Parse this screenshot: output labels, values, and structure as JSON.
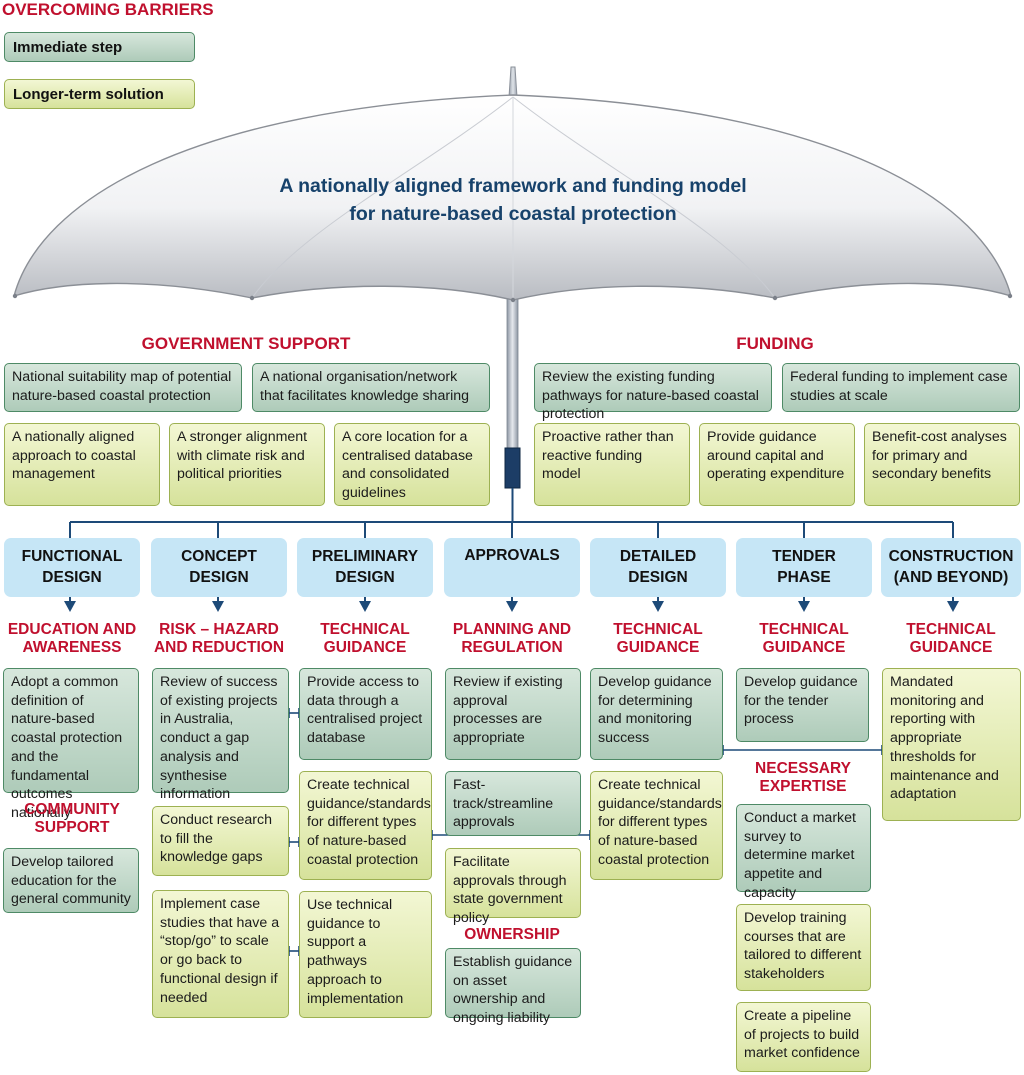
{
  "heading": "OVERCOMING BARRIERS",
  "legend": {
    "immediate": "Immediate step",
    "longer_term": "Longer-term solution"
  },
  "umbrella": {
    "title_line1": "A nationally aligned framework and funding model",
    "title_line2": "for nature-based coastal protection"
  },
  "government_support": {
    "heading": "GOVERNMENT SUPPORT",
    "items": [
      "National suitability map of potential nature-based coastal protection",
      "A national organisation/network that facilitates knowledge sharing",
      "A nationally aligned approach to coastal management",
      "A stronger alignment with climate risk and political priorities",
      "A core location for a centralised database and consolidated guidelines"
    ]
  },
  "funding": {
    "heading": "FUNDING",
    "items": [
      "Review the existing funding pathways for nature-based coastal protection",
      "Federal funding to implement case studies at scale",
      "Proactive rather than reactive funding model",
      "Provide guidance around capital and operating expenditure",
      "Benefit-cost analyses for primary and secondary benefits"
    ]
  },
  "phases": [
    {
      "line1": "FUNCTIONAL",
      "line2": "DESIGN"
    },
    {
      "line1": "CONCEPT",
      "line2": "DESIGN"
    },
    {
      "line1": "PRELIMINARY",
      "line2": "DESIGN"
    },
    {
      "line1": "APPROVALS",
      "line2": ""
    },
    {
      "line1": "DETAILED",
      "line2": "DESIGN"
    },
    {
      "line1": "TENDER",
      "line2": "PHASE"
    },
    {
      "line1": "CONSTRUCTION",
      "line2": "(AND BEYOND)"
    }
  ],
  "columns": {
    "functional": {
      "category1": {
        "line1": "EDUCATION AND",
        "line2": "AWARENESS"
      },
      "items1": [
        "Adopt a common definition of nature-based coastal protection and the fundamental outcomes nationally"
      ],
      "category2": {
        "line1": "COMMUNITY",
        "line2": "SUPPORT"
      },
      "items2": [
        "Develop tailored education for the general community"
      ]
    },
    "concept": {
      "category": {
        "line1": "RISK – HAZARD",
        "line2": "AND REDUCTION"
      },
      "items": [
        "Review of success of existing projects in Australia, conduct a gap analysis and synthesise information",
        "Conduct research to fill the knowledge gaps",
        "Implement case studies that have a “stop/go” to scale or go back to functional design if needed"
      ]
    },
    "preliminary": {
      "category": {
        "line1": "TECHNICAL",
        "line2": "GUIDANCE"
      },
      "items": [
        "Provide access to data through a centralised project database",
        "Create technical guidance/standards for different types of nature-based coastal protection",
        "Use technical guidance to support a pathways approach to implementation"
      ]
    },
    "approvals": {
      "category": {
        "line1": "PLANNING AND",
        "line2": "REGULATION"
      },
      "items": [
        "Review if existing approval processes are appropriate",
        "Fast-track/streamline approvals",
        "Facilitate approvals through state government policy"
      ],
      "category2": "OWNERSHIP",
      "items2": [
        "Establish guidance on asset ownership and ongoing liability"
      ]
    },
    "detailed": {
      "category": {
        "line1": "TECHNICAL",
        "line2": "GUIDANCE"
      },
      "items": [
        "Develop guidance for determining and monitoring success",
        "Create technical guidance/standards for different types of nature-based coastal protection"
      ]
    },
    "tender": {
      "category": {
        "line1": "TECHNICAL",
        "line2": "GUIDANCE"
      },
      "items": [
        "Develop guidance for the tender process"
      ],
      "category2": {
        "line1": "NECESSARY",
        "line2": "EXPERTISE"
      },
      "items2": [
        "Conduct a market survey to determine market appetite and capacity",
        "Develop training courses that are tailored to different stakeholders",
        "Create a pipeline of projects to build market confidence"
      ]
    },
    "construction": {
      "category": {
        "line1": "TECHNICAL",
        "line2": "GUIDANCE"
      },
      "items": [
        "Mandated monitoring and reporting with appropriate thresholds for maintenance and adaptation"
      ]
    }
  },
  "colors": {
    "heading_red": "#c0102e",
    "title_blue": "#17426b",
    "phase_fill": "#c6e6f6",
    "immediate_fill": "#b9d3c2",
    "longer_term_fill": "#e2eab2",
    "connector": "#1d4a78"
  }
}
